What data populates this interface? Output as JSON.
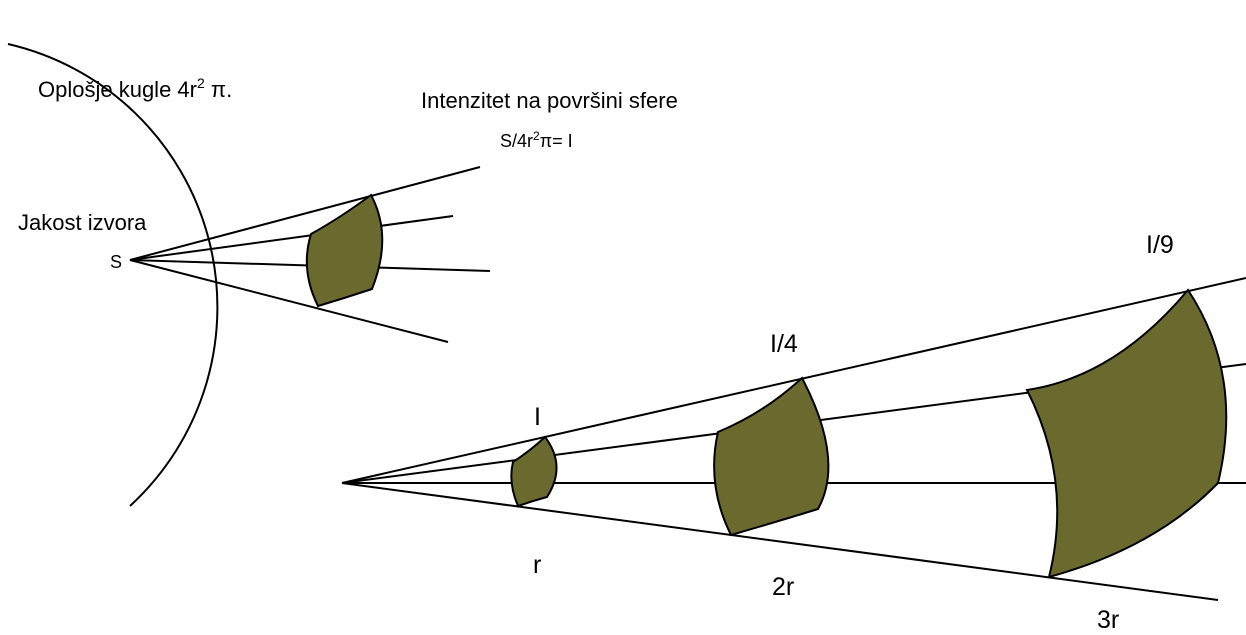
{
  "labels": {
    "surface_area": "Oplošje kugle 4r",
    "surface_area_exp": "2",
    "surface_area_pi": " π.",
    "intensity_title": "Intenzitet na površini sfere",
    "formula_main": "S/4r",
    "formula_exp": "2",
    "formula_tail": "π= I",
    "source_strength": "Jakost izvora",
    "source": "S",
    "intensity_1": "I",
    "intensity_4": "I/4",
    "intensity_9": "I/9",
    "dist_1": "r",
    "dist_2": "2r",
    "dist_3": "3r"
  },
  "colors": {
    "patch_fill": "#6b6a2e",
    "stroke": "#000000",
    "background": "#ffffff"
  }
}
